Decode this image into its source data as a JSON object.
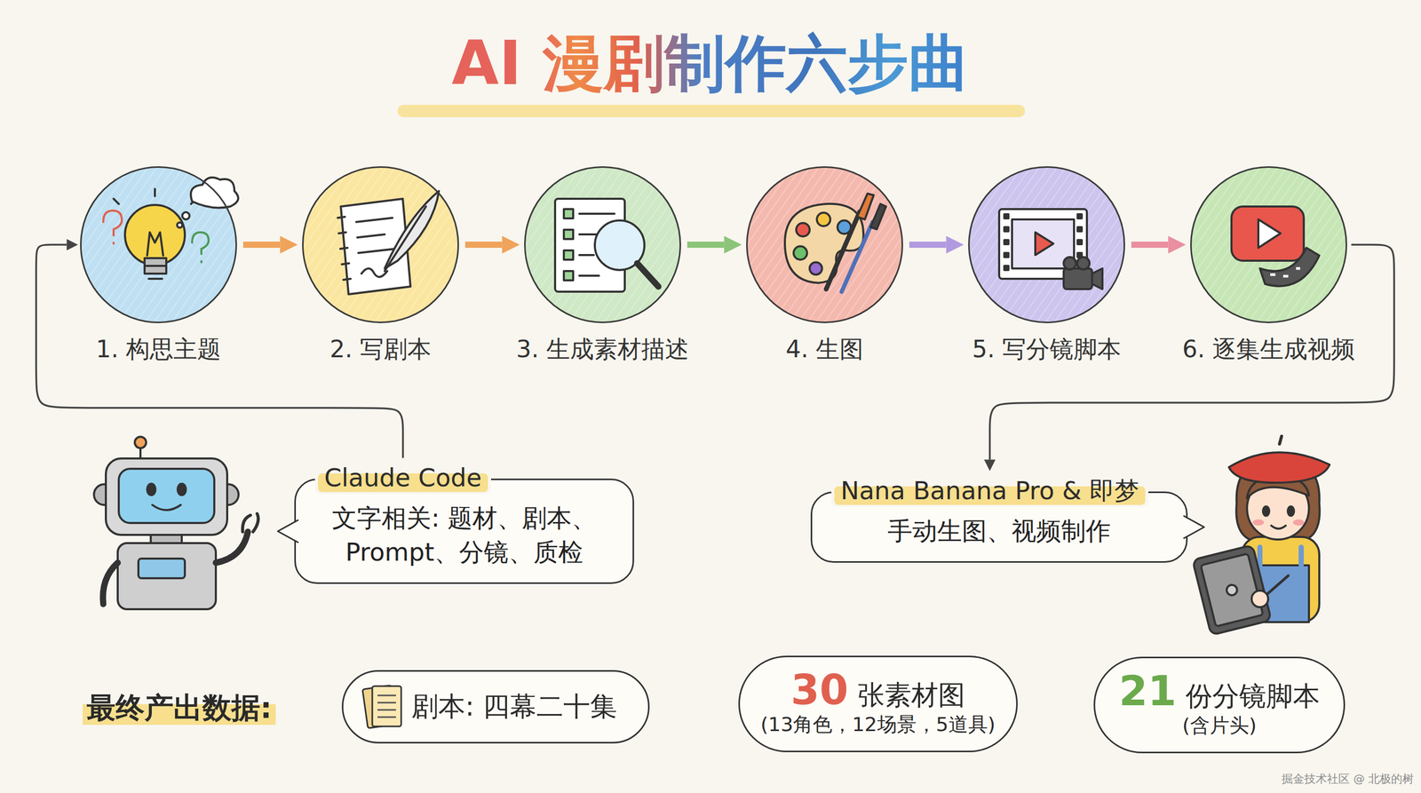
{
  "diagram": {
    "title": "AI 漫剧制作六步曲",
    "nodes": [
      {
        "text": [
          "1. 构思主题"
        ]
      },
      {
        "text": [
          "2. 写剧本"
        ]
      },
      {
        "text": [
          "3. 生成素材描述"
        ]
      },
      {
        "text": [
          "4. 生图"
        ]
      },
      {
        "text": [
          "5. 写分镜脚本"
        ]
      },
      {
        "text": [
          "6. 逐集生成视频"
        ]
      },
      {
        "text": [
          "Claude Code",
          "文字相关: 题材、剧本、 Prompt、分镜、质检"
        ]
      },
      {
        "text": [
          "Nana Banana Pro & 即梦",
          "手动生图、视频制作"
        ]
      },
      {
        "text": [
          "剧本: 四幕二十集"
        ]
      },
      {
        "text": [
          "30",
          "张素材图",
          "(13角色，12场景，5道具)"
        ]
      },
      {
        "text": [
          "21",
          "份分镜脚本",
          "(含片头)"
        ]
      }
    ],
    "edges": [
      {
        "from": 0,
        "to": 1,
        "arrow": "to"
      },
      {
        "from": 1,
        "to": 2,
        "arrow": "to"
      },
      {
        "from": 2,
        "to": 3,
        "arrow": "to"
      },
      {
        "from": 3,
        "to": 4,
        "arrow": "to"
      },
      {
        "from": 4,
        "to": 5,
        "arrow": "to"
      },
      {
        "from": 6,
        "to": 0,
        "arrow": "to"
      },
      {
        "from": 5,
        "to": 7,
        "arrow": "to"
      }
    ],
    "labels": [
      "最终产出数据:",
      "掘金技术社区 @ 北极的树"
    ]
  }
}
